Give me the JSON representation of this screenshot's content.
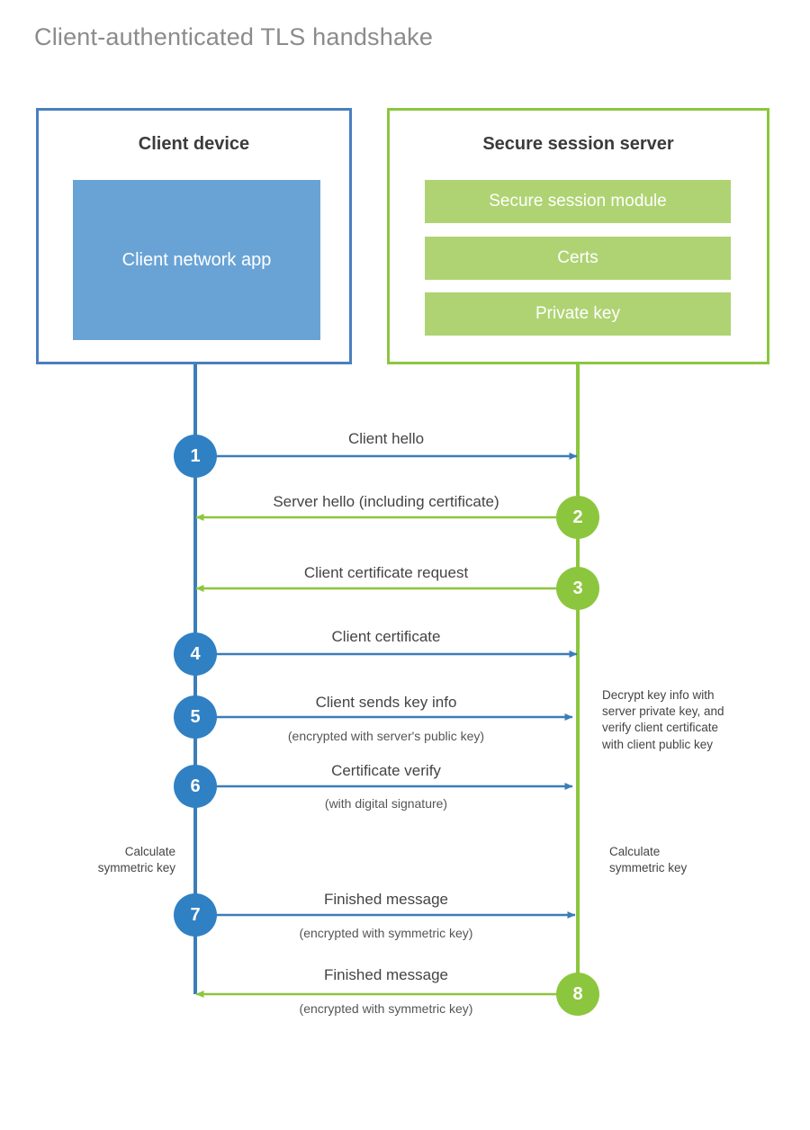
{
  "title": "Client-authenticated TLS handshake",
  "colors": {
    "client_accent": "#4a7fbf",
    "client_fill": "#69a3d6",
    "server_accent": "#8cc63e",
    "server_fill": "#afd373",
    "title_text": "#8b8b8b",
    "label_text": "#444444",
    "background": "#ffffff"
  },
  "actors": {
    "client": {
      "title": "Client device",
      "app_label": "Client network app"
    },
    "server": {
      "title": "Secure session server",
      "modules": [
        {
          "label": "Secure session module"
        },
        {
          "label": "Certs"
        },
        {
          "label": "Private key"
        }
      ]
    }
  },
  "messages": [
    {
      "number": "1",
      "label": "Client hello",
      "sublabel": "",
      "direction": "client-to-server",
      "actor": "client"
    },
    {
      "number": "2",
      "label": "Server hello (including certificate)",
      "sublabel": "",
      "direction": "server-to-client",
      "actor": "server"
    },
    {
      "number": "3",
      "label": "Client certificate request",
      "sublabel": "",
      "direction": "server-to-client",
      "actor": "server"
    },
    {
      "number": "4",
      "label": "Client certificate",
      "sublabel": "",
      "direction": "client-to-server",
      "actor": "client"
    },
    {
      "number": "5",
      "label": "Client sends key info",
      "sublabel": "(encrypted with server's public key)",
      "direction": "client-to-server",
      "actor": "client"
    },
    {
      "number": "6",
      "label": "Certificate verify",
      "sublabel": "(with digital signature)",
      "direction": "client-to-server",
      "actor": "client"
    },
    {
      "number": "7",
      "label": "Finished message",
      "sublabel": "(encrypted with symmetric key)",
      "direction": "client-to-server",
      "actor": "client"
    },
    {
      "number": "8",
      "label": "Finished message",
      "sublabel": "(encrypted with symmetric key)",
      "direction": "server-to-client",
      "actor": "server"
    }
  ],
  "notes": {
    "server_decrypt": "Decrypt key info with\nserver private key, and\nverify client certificate\nwith client public key",
    "client_calculate": "Calculate\nsymmetric key",
    "server_calculate": "Calculate\nsymmetric key"
  }
}
